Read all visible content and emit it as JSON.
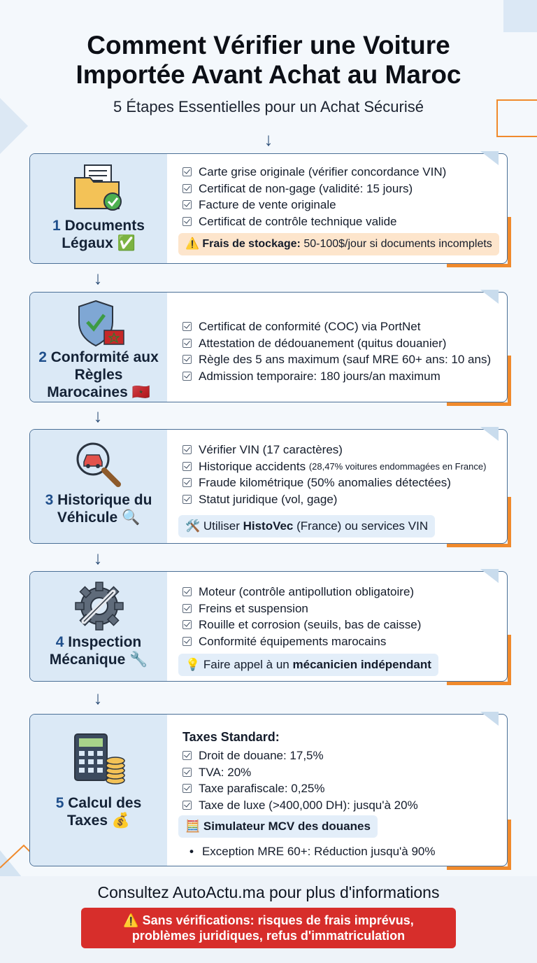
{
  "header": {
    "title_line1": "Comment Vérifier une Voiture",
    "title_line2": "Importée Avant Achat au Maroc",
    "subtitle": "5 Étapes Essentielles pour un Achat Sécurisé"
  },
  "steps": [
    {
      "number": "1",
      "label_line1": "Documents",
      "label_line2": "Légaux ✅",
      "items": [
        "Carte grise originale (vérifier concordance VIN)",
        "Certificat de non-gage (validité: 15 jours)",
        "Facture de vente originale",
        "Certificat de contrôle technique valide"
      ],
      "note_icon": "⚠️",
      "note_bold": "Frais de stockage:",
      "note_text": " 50-100$/jour si documents incomplets"
    },
    {
      "number": "2",
      "label_line1": "Conformité aux",
      "label_line2": "Règles",
      "label_line3": "Marocaines 🇲🇦",
      "items": [
        "Certificat de conformité (COC) via PortNet",
        "Attestation de dédouanement (quitus douanier)",
        "Règle des 5 ans maximum (sauf MRE 60+ ans: 10 ans)",
        "Admission temporaire: 180 jours/an maximum"
      ]
    },
    {
      "number": "3",
      "label_line1": "Historique du",
      "label_line2": "Véhicule 🔍",
      "items": [
        "Vérifier VIN (17 caractères)",
        "Historique accidents",
        "Fraude kilométrique (50% anomalies détectées)",
        "Statut juridique (vol, gage)"
      ],
      "item2_small": "(28,47% voitures endommagées en France)",
      "note_icon": "🛠️",
      "note_prefix": "Utiliser ",
      "note_bold": "HistoVec",
      "note_text": " (France) ou services VIN"
    },
    {
      "number": "4",
      "label_line1": "Inspection",
      "label_line2": "Mécanique 🔧",
      "items": [
        "Moteur (contrôle antipollution obligatoire)",
        "Freins et suspension",
        "Rouille et corrosion (seuils, bas de caisse)",
        "Conformité équipements marocains"
      ],
      "note_icon": "💡",
      "note_prefix": "Faire appel à un ",
      "note_bold": "mécanicien indépendant"
    },
    {
      "number": "5",
      "label_line1": "Calcul des",
      "label_line2": "Taxes 💰",
      "subhead": "Taxes Standard:",
      "items": [
        "Droit de douane: 17,5%",
        "TVA: 20%",
        "Taxe parafiscale: 0,25%",
        "Taxe de luxe (>400,000 DH): jusqu'à 20%"
      ],
      "note_icon": "🧮",
      "note_bold": "Simulateur MCV des douanes",
      "bullet": "Exception MRE 60+: Réduction jusqu'à 90%"
    }
  ],
  "footer": {
    "text": "Consultez AutoActu.ma pour plus d'informations",
    "alert_line1": "⚠️ Sans vérifications: risques de frais imprévus,",
    "alert_line2": "problèmes juridiques, refus d'immatriculation"
  },
  "colors": {
    "accent_orange": "#f08a2c",
    "card_border": "#4a6f96",
    "alert_red": "#d72e2b",
    "step_number_blue": "#1f4f8c"
  }
}
